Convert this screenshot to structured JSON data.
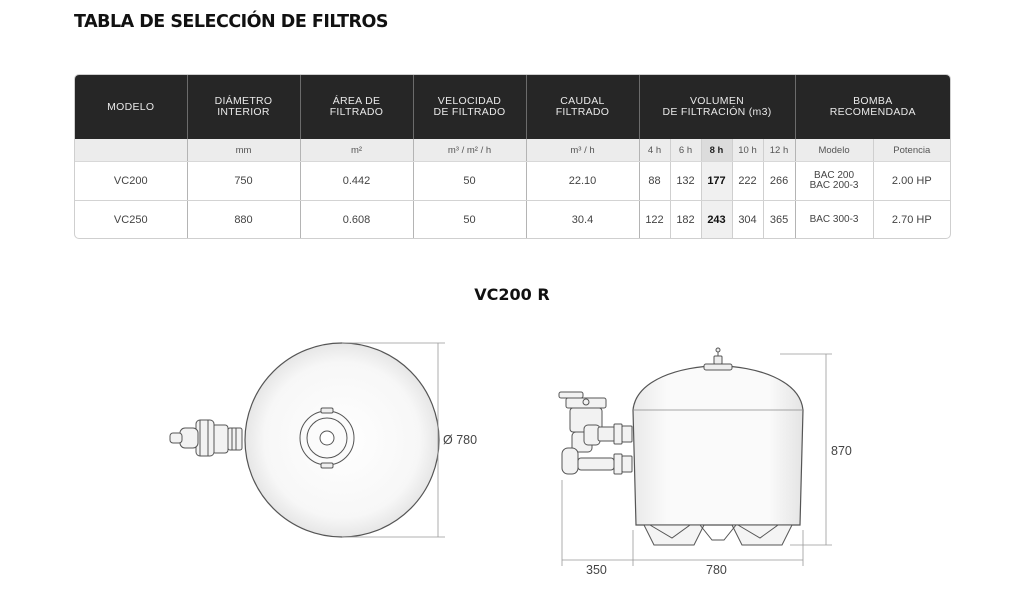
{
  "title": "TABLA DE SELECCIÓN DE FILTROS",
  "table": {
    "headers": {
      "modelo": "MODELO",
      "diametro_1": "DIÁMETRO",
      "diametro_2": "INTERIOR",
      "area_1": "ÁREA DE",
      "area_2": "FILTRADO",
      "velocidad_1": "VELOCIDAD",
      "velocidad_2": "DE FILTRADO",
      "caudal_1": "CAUDAL",
      "caudal_2": "FILTRADO",
      "volumen_1": "VOLUMEN",
      "volumen_2": "DE FILTRACIÓN (m3)",
      "bomba_1": "BOMBA",
      "bomba_2": "RECOMENDADA"
    },
    "units": {
      "diametro": "mm",
      "area": "m²",
      "velocidad": "m³ / m² / h",
      "caudal": "m³ / h",
      "h4": "4 h",
      "h6": "6 h",
      "h8": "8 h",
      "h10": "10 h",
      "h12": "12 h",
      "modelo_bomba": "Modelo",
      "potencia": "Potencia"
    },
    "rows": [
      {
        "modelo": "VC200",
        "diametro": "750",
        "area": "0.442",
        "velocidad": "50",
        "caudal": "22.10",
        "h4": "88",
        "h6": "132",
        "h8": "177",
        "h10": "222",
        "h12": "266",
        "bomba_1": "BAC 200",
        "bomba_2": "BAC 200-3",
        "potencia": "2.00 HP"
      },
      {
        "modelo": "VC250",
        "diametro": "880",
        "area": "0.608",
        "velocidad": "50",
        "caudal": "30.4",
        "h4": "122",
        "h6": "182",
        "h8": "243",
        "h10": "304",
        "h12": "365",
        "bomba_1": "BAC 300-3",
        "bomba_2": "",
        "potencia": "2.70 HP"
      }
    ]
  },
  "diagram": {
    "model_title": "VC200 R",
    "top_view_diameter": "Ø 780",
    "side_view_height": "870",
    "side_view_width": "780",
    "side_view_valve_offset": "350"
  },
  "colors": {
    "header_bg": "#262626",
    "units_bg": "#ececec",
    "highlight": "#dcdcdc"
  }
}
